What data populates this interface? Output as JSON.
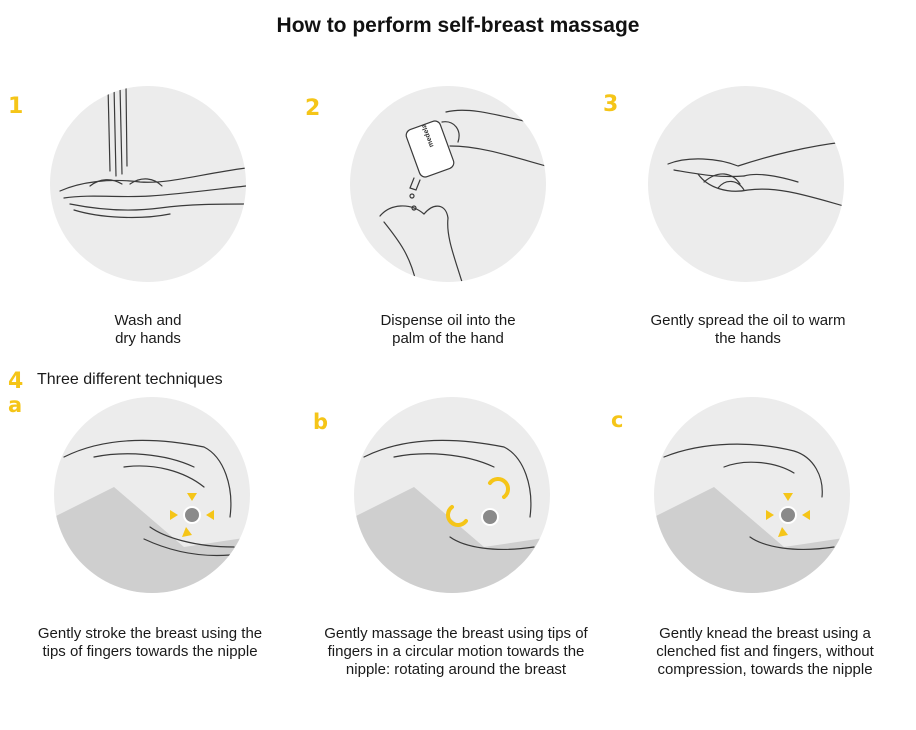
{
  "title": "How to perform self-breast massage",
  "steps": [
    {
      "number": "1",
      "caption": "Wash and\ndry hands"
    },
    {
      "number": "2",
      "caption": "Dispense oil into the\npalm of the hand",
      "bottle_label": "medela"
    },
    {
      "number": "3",
      "caption": "Gently spread the oil to warm\nthe hands"
    }
  ],
  "step4": {
    "number": "4",
    "heading": "Three different techniques",
    "techniques": [
      {
        "letter": "a",
        "caption": "Gently stroke the breast using the\ntips of fingers towards the nipple"
      },
      {
        "letter": "b",
        "caption": "Gently massage the breast using tips of\nfingers in a circular motion towards the\nnipple: rotating around the breast"
      },
      {
        "letter": "c",
        "caption": "Gently knead the breast using a\nclenched fist and fingers, without\ncompression, towards the nipple"
      }
    ]
  },
  "colors": {
    "accent": "#f5c518",
    "circle_bg": "#ececec",
    "line": "#3a3a3a",
    "nipple": "#8a8a8a",
    "shadow": "#cfcfcf"
  }
}
